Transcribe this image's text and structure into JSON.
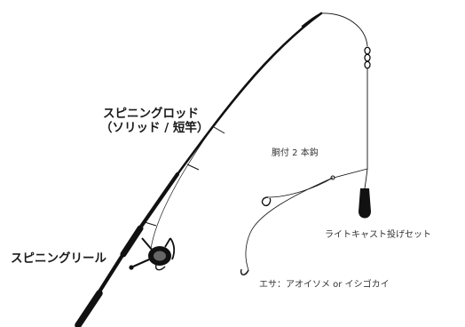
{
  "labels": {
    "rod_name": "スピニングロッド",
    "rod_type": "（ソリッド / 短竿）",
    "reel": "スピニングリール",
    "hook": "胴付 2 本鈎",
    "rig_set": "ライトキャスト投げセット",
    "bait": "エサ：アオイソメ or イシゴカイ"
  },
  "colors": {
    "ink": "#111111",
    "guide_line": "#bbbbbb"
  },
  "icons": {
    "rod": "fishing-rod-icon",
    "reel": "spinning-reel-icon",
    "sinker": "sinker-icon",
    "hook": "hook-icon",
    "swivel": "swivel-icon"
  }
}
